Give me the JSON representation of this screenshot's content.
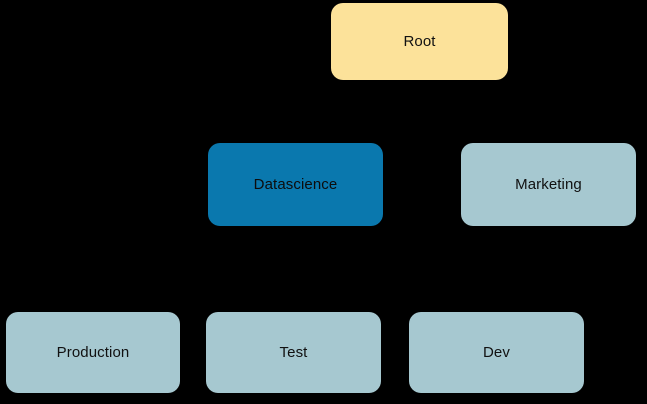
{
  "diagram": {
    "type": "tree",
    "title": "",
    "background_color": "#000000",
    "text_color": "#111111",
    "levels": 3,
    "node_count": 6,
    "edges_visible": false,
    "palette": {
      "root_fill": "#fce29a",
      "highlight_fill": "#0a78ae",
      "default_fill": "#a6c8d0"
    },
    "nodes": [
      {
        "id": "root",
        "label": "Root",
        "level": 0,
        "fill": "#fce29a",
        "text_color": "#111111"
      },
      {
        "id": "datascience",
        "label": "Datascience",
        "level": 1,
        "fill": "#0a78ae",
        "text_color": "#0d0d0d"
      },
      {
        "id": "marketing",
        "label": "Marketing",
        "level": 1,
        "fill": "#a6c8d0",
        "text_color": "#111111"
      },
      {
        "id": "production",
        "label": "Production",
        "level": 2,
        "fill": "#a6c8d0",
        "text_color": "#111111"
      },
      {
        "id": "test",
        "label": "Test",
        "level": 2,
        "fill": "#a6c8d0",
        "text_color": "#111111"
      },
      {
        "id": "dev",
        "label": "Dev",
        "level": 2,
        "fill": "#a6c8d0",
        "text_color": "#111111"
      }
    ]
  }
}
